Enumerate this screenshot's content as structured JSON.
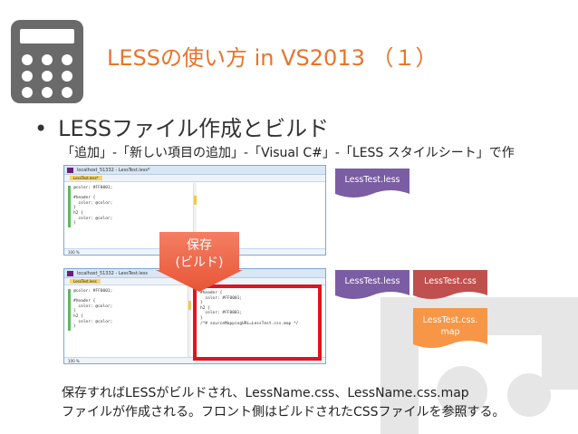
{
  "slide": {
    "title": "LESSの使い方 in VS2013 （１）",
    "bullet": "LESSファイル作成とビルド",
    "instruction": "「追加」-「新しい項目の追加」-「Visual C#」-「LESS スタイルシート」で作",
    "arrow_label_line1": "保存",
    "arrow_label_line2": "(ビルド)",
    "footer_line1": "保存すればLESSがビルドされ、LessName.css、LessName.css.map",
    "footer_line2": "ファイルが作成される。フロント側はビルドされたCSSファイルを参照する。"
  },
  "files": {
    "top_less": "LessTest.less",
    "bottom_less": "LessTest.less",
    "bottom_css": "LessTest.css",
    "map_line1": "LessTest.css.",
    "map_line2": "map"
  },
  "colors": {
    "accent": "#e8742a",
    "less_doc": "#7b5da3",
    "css_doc": "#c0504d",
    "map_doc": "#f79646",
    "red_box": "#e0141e"
  },
  "editor_top": {
    "window_title": "localhost_51332 - LessTest.less*",
    "tab_label": "LessTest.less*",
    "zoom": "100 %",
    "lines": [
      "@color: #FF0001;",
      "",
      "#header {",
      "  color: @color;",
      "}",
      "h2 {",
      "  color: @color;",
      "}"
    ]
  },
  "editor_bottom": {
    "window_title": "localhost_51332 - LessTest.less",
    "tab_label": "LessTest.less",
    "zoom": "100 %",
    "lines": [
      "@color: #FF0001;",
      "",
      "#header {",
      "  color: @color;",
      "}",
      "h2 {",
      "  color: @color;",
      "}"
    ],
    "css_lines": [
      "#header {",
      "  color: #FF0001;",
      "}",
      "h2 {",
      "  color: #FF0001;",
      "}",
      "/*# sourceMappingURL=LessTest.css.map */"
    ]
  }
}
